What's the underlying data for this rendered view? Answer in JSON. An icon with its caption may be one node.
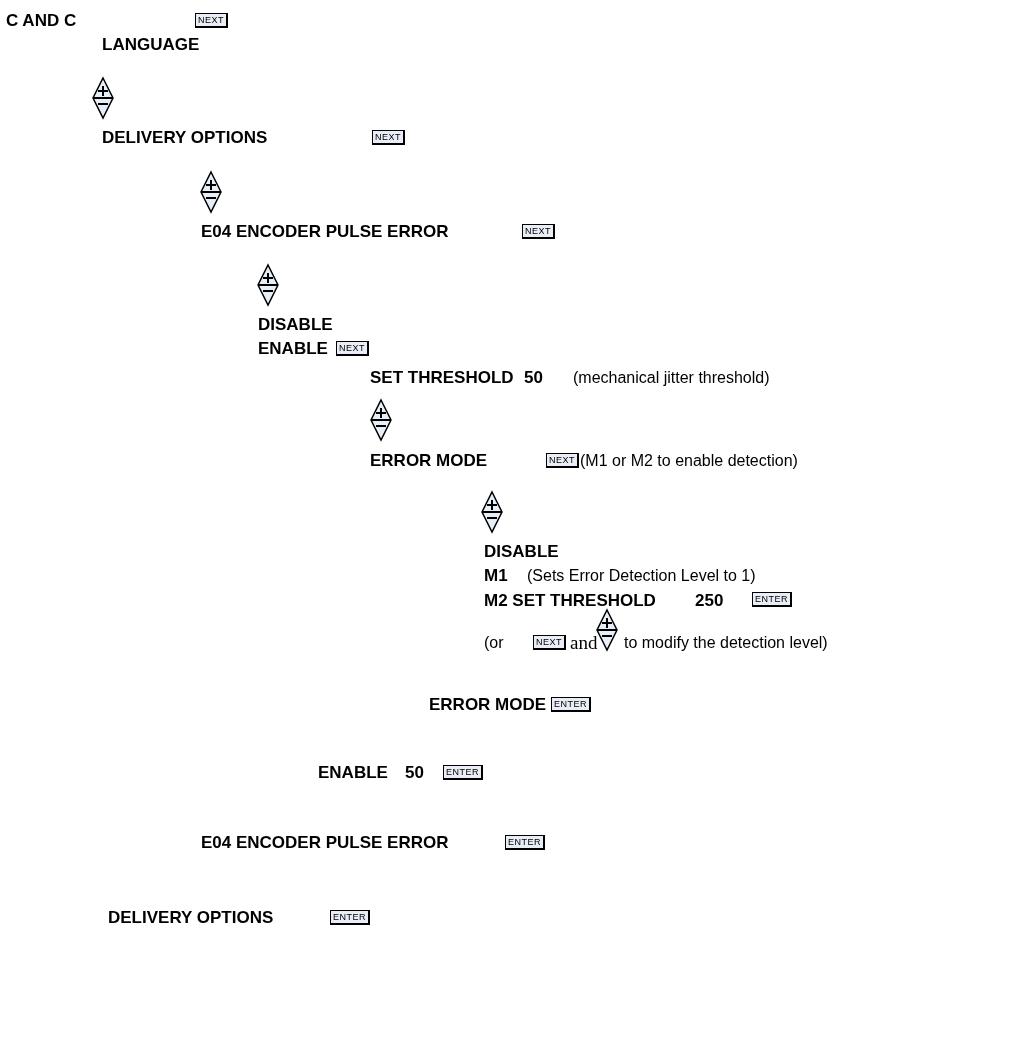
{
  "diagram": {
    "nodes": [
      {
        "text": [
          "NEXT"
        ]
      },
      {
        "text": [
          "NEXT"
        ]
      },
      {
        "text": [
          "NEXT"
        ]
      },
      {
        "text": [
          "NEXT"
        ]
      },
      {
        "text": [
          "NEXT"
        ]
      },
      {
        "text": [
          "ENTER"
        ]
      },
      {
        "text": [
          "NEXT"
        ]
      },
      {
        "text": [
          "ENTER"
        ]
      },
      {
        "text": [
          "ENTER"
        ]
      },
      {
        "text": [
          "ENTER"
        ]
      },
      {
        "text": [
          "ENTER"
        ]
      }
    ],
    "labels": [
      "C AND C",
      "LANGUAGE",
      "DELIVERY OPTIONS",
      "E04 ENCODER PULSE ERROR",
      "DISABLE",
      "ENABLE",
      "SET THRESHOLD",
      "50",
      "(mechanical jitter threshold)",
      "ERROR MODE",
      "(M1 or M2 to enable detection)",
      "DISABLE",
      "M1",
      "(Sets Error Detection Level to 1)",
      "M2 SET THRESHOLD",
      "250",
      "(or",
      "and",
      "to modify the detection level)",
      "ERROR MODE",
      "ENABLE",
      "50",
      "E04 ENCODER PULSE ERROR",
      "DELIVERY OPTIONS"
    ]
  }
}
